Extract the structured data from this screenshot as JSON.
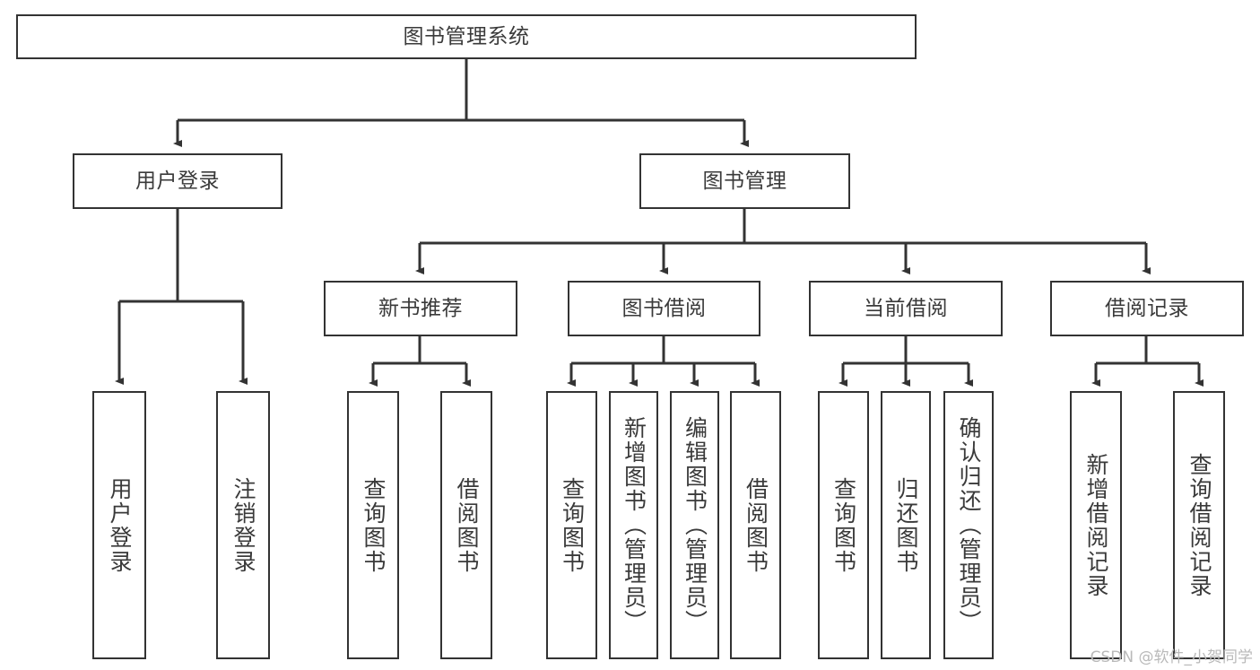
{
  "diagram": {
    "title": "图书管理系统",
    "type": "tree",
    "watermark": "CSDN @软件_小贺同学",
    "colors": {
      "background": "#ffffff",
      "box_border": "#333333",
      "box_fill": "#ffffff",
      "edge": "#333333",
      "text": "#3a3a3a",
      "watermark": "#b9b9b9"
    },
    "nodes": {
      "root": {
        "label": "图书管理系统"
      },
      "level2": [
        {
          "id": "user-login",
          "label": "用户登录"
        },
        {
          "id": "book-manage",
          "label": "图书管理"
        }
      ],
      "level3": [
        {
          "id": "new-book-recommend",
          "label": "新书推荐"
        },
        {
          "id": "book-borrow",
          "label": "图书借阅"
        },
        {
          "id": "current-borrow",
          "label": "当前借阅"
        },
        {
          "id": "borrow-record",
          "label": "借阅记录"
        }
      ],
      "leaves": {
        "user-login": [
          {
            "id": "leaf-user-login",
            "label": "用户登录"
          },
          {
            "id": "leaf-user-logout",
            "label": "注销登录"
          }
        ],
        "new-book-recommend": [
          {
            "id": "leaf-query-book-1",
            "label": "查询图书"
          },
          {
            "id": "leaf-borrow-book-1",
            "label": "借阅图书"
          }
        ],
        "book-borrow": [
          {
            "id": "leaf-query-book-2",
            "label": "查询图书"
          },
          {
            "id": "leaf-add-book",
            "label": "新增图书（管理员）"
          },
          {
            "id": "leaf-edit-book",
            "label": "编辑图书（管理员）"
          },
          {
            "id": "leaf-borrow-book-2",
            "label": "借阅图书"
          }
        ],
        "current-borrow": [
          {
            "id": "leaf-query-book-3",
            "label": "查询图书"
          },
          {
            "id": "leaf-return-book",
            "label": "归还图书"
          },
          {
            "id": "leaf-confirm-return",
            "label": "确认归还（管理员）"
          }
        ],
        "borrow-record": [
          {
            "id": "leaf-add-record",
            "label": "新增借阅记录"
          },
          {
            "id": "leaf-query-record",
            "label": "查询借阅记录"
          }
        ]
      }
    }
  }
}
